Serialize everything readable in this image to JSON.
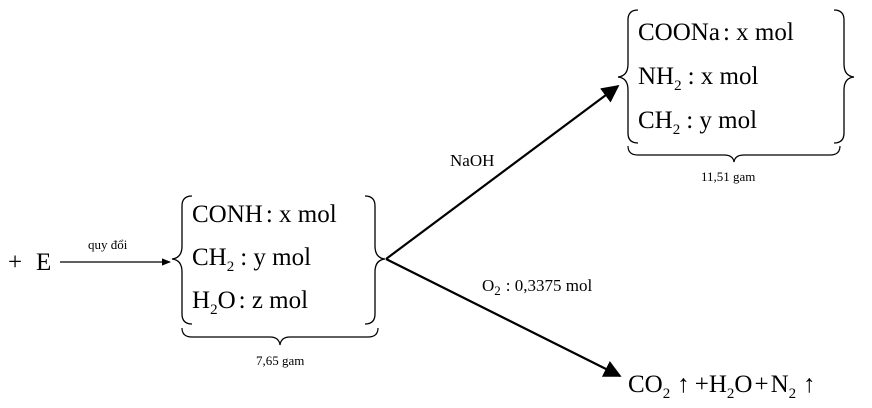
{
  "reactant": {
    "plus": "+",
    "letter": "E"
  },
  "convert_label": "quy đổi",
  "left_group": {
    "items": [
      {
        "formula": "CONH",
        "sub": "",
        "rest": "",
        "amount": ": x mol"
      },
      {
        "formula": "CH",
        "sub": "2",
        "rest": "",
        "amount": ": y mol"
      },
      {
        "formula": "H",
        "sub": "2",
        "rest": "O",
        "amount": ": z mol"
      }
    ],
    "total": "7,65 gam"
  },
  "naoh_label": "NaOH",
  "o2_label": {
    "formula": "O",
    "sub": "2",
    "rest": ": 0,3375 mol"
  },
  "salt_group": {
    "items": [
      {
        "formula": "COONa",
        "sub": "",
        "rest": "",
        "amount": ": x mol"
      },
      {
        "formula": "NH",
        "sub": "2",
        "rest": "",
        "amount": ": x mol"
      },
      {
        "formula": "CH",
        "sub": "2",
        "rest": "",
        "amount": ": y mol"
      }
    ],
    "total": "11,51 gam"
  },
  "products": {
    "co2": {
      "formula": "CO",
      "sub": "2"
    },
    "up1": "↑",
    "plus1": "+",
    "h2o": {
      "formula": "H",
      "sub": "2",
      "rest": "O"
    },
    "plus2": "+",
    "n2": {
      "formula": "N",
      "sub": "2"
    },
    "up2": "↑"
  }
}
